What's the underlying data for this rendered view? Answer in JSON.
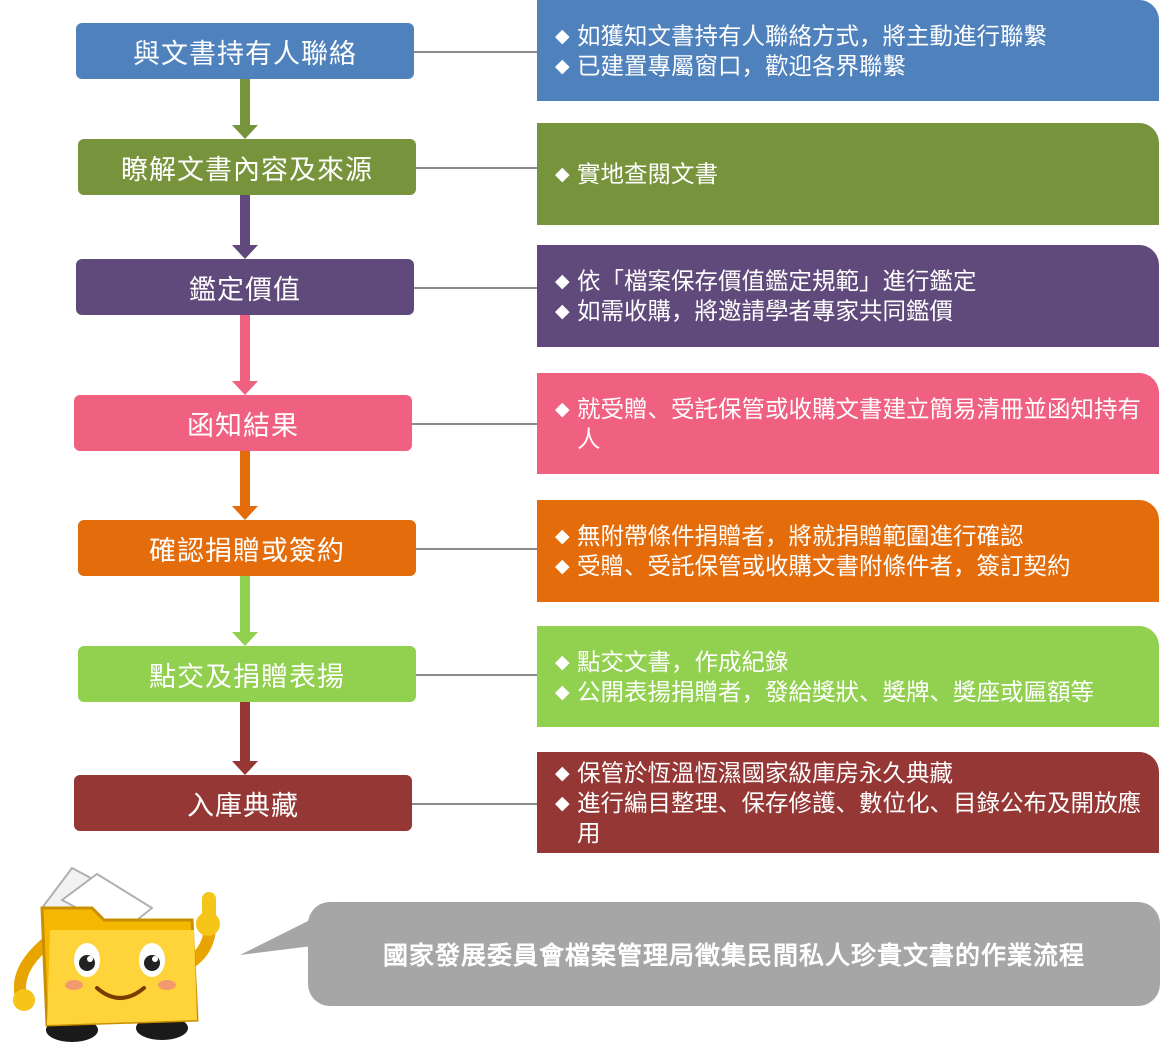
{
  "steps": [
    {
      "label": "與文書持有人聯絡",
      "color": "#4f81bd",
      "bullets": [
        "如獲知文書持有人聯絡方式，將主動進行聯繫",
        "已建置專屬窗口，歡迎各界聯繫"
      ]
    },
    {
      "label": "瞭解文書內容及來源",
      "color": "#77933c",
      "bullets": [
        "實地查閱文書"
      ]
    },
    {
      "label": "鑑定價值",
      "color": "#604a7b",
      "bullets": [
        "依「檔案保存價值鑑定規範」進行鑑定",
        "如需收購，將邀請學者專家共同鑑價"
      ]
    },
    {
      "label": "函知結果",
      "color": "#f06080",
      "bullets": [
        "就受贈、受託保管或收購文書建立簡易清冊並函知持有人"
      ]
    },
    {
      "label": "確認捐贈或簽約",
      "color": "#e46c0a",
      "bullets": [
        "無附帶條件捐贈者，將就捐贈範圍進行確認",
        "受贈、受託保管或收購文書附條件者，簽訂契約"
      ]
    },
    {
      "label": "點交及捐贈表揚",
      "color": "#92d050",
      "bullets": [
        "點交文書，作成紀錄",
        "公開表揚捐贈者，發給獎狀、獎牌、獎座或匾額等"
      ]
    },
    {
      "label": "入庫典藏",
      "color": "#953735",
      "bullets": [
        "保管於恆溫恆濕國家級庫房永久典藏",
        "進行編目整理、保存修護、數位化、目錄公布及開放應用"
      ]
    }
  ],
  "bullet_symbol": "◆",
  "caption": "國家發展委員會檔案管理局徵集民間私人珍貴文書的作業流程",
  "caption_color": "#a6a6a6",
  "connector_color": "#8c8c8c"
}
